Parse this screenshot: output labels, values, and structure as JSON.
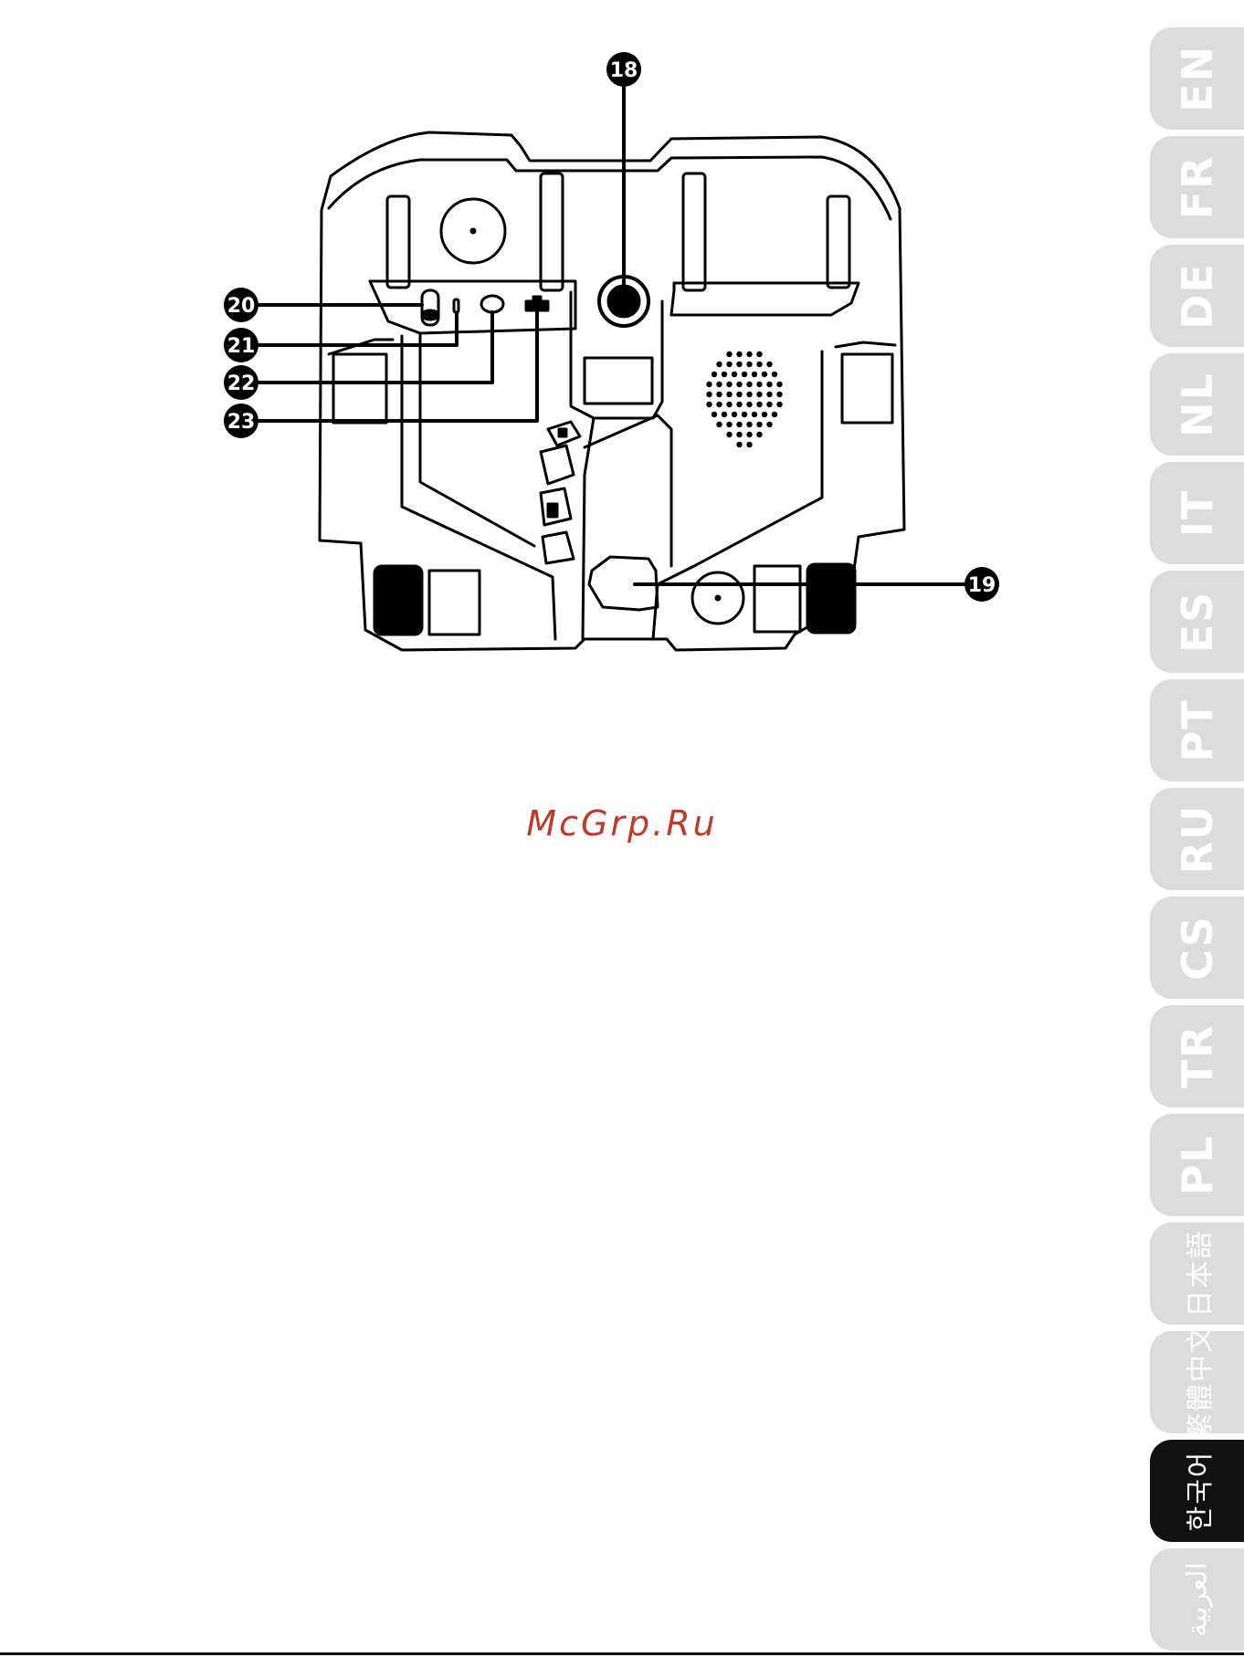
{
  "diagram": {
    "callouts": [
      "18",
      "19",
      "20",
      "21",
      "22",
      "23"
    ]
  },
  "watermark": "McGrp.Ru",
  "language_tabs": [
    {
      "label": "EN",
      "active": false
    },
    {
      "label": "FR",
      "active": false
    },
    {
      "label": "DE",
      "active": false
    },
    {
      "label": "NL",
      "active": false
    },
    {
      "label": "IT",
      "active": false
    },
    {
      "label": "ES",
      "active": false
    },
    {
      "label": "PT",
      "active": false
    },
    {
      "label": "RU",
      "active": false
    },
    {
      "label": "CS",
      "active": false
    },
    {
      "label": "TR",
      "active": false
    },
    {
      "label": "PL",
      "active": false
    },
    {
      "label": "日本語",
      "active": false
    },
    {
      "label": "繁體中文",
      "active": false
    },
    {
      "label": "한국어",
      "active": true
    },
    {
      "label": "العربية",
      "active": false
    }
  ]
}
